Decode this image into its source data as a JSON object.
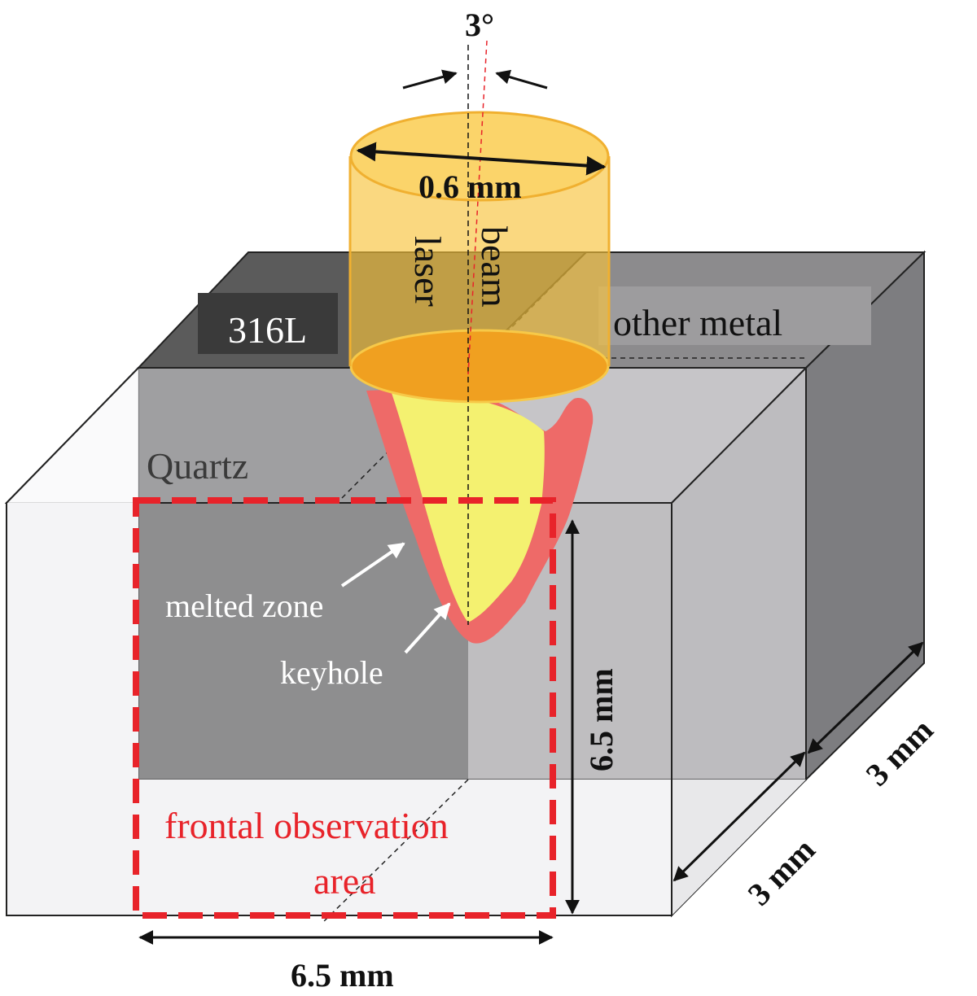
{
  "labels": {
    "angle": "3°",
    "beam_diameter": "0.6  mm",
    "laser": "laser",
    "beam": "beam",
    "left_metal": "316L",
    "right_metal": "other metal",
    "quartz": "Quartz",
    "melted_zone": "melted zone",
    "keyhole": "keyhole",
    "height_dim": "6.5 mm",
    "depth_dim_front": "3 mm",
    "depth_dim_back": "3 mm",
    "frontal_line1": "frontal observation",
    "frontal_line2": "area",
    "width_dim": "6.5 mm"
  },
  "colors": {
    "red": "#e8232a",
    "laser_yellow": "#f7c948",
    "laser_orange": "#f0a020",
    "melt_red": "#ee6060",
    "keyhole_yellow": "#f2f070",
    "dark_metal": "#5f5f5f",
    "light_metal": "#a6a4a6"
  }
}
